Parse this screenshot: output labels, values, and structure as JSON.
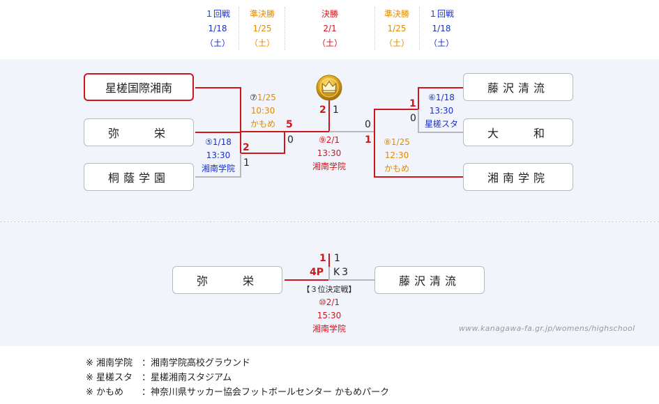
{
  "header": {
    "cols": [
      {
        "round": "１回戦",
        "date": "1/18",
        "day": "（土）",
        "color": "blue"
      },
      {
        "round": "準決勝",
        "date": "1/25",
        "day": "（土）",
        "color": "orange"
      },
      {
        "round": "決勝",
        "date": "2/1",
        "day": "（土）",
        "color": "red"
      },
      {
        "round": "準決勝",
        "date": "1/25",
        "day": "（土）",
        "color": "orange"
      },
      {
        "round": "１回戦",
        "date": "1/18",
        "day": "（土）",
        "color": "blue"
      }
    ]
  },
  "teams": {
    "left": [
      "星槎国際湘南",
      "弥　　栄",
      "桐蔭学園"
    ],
    "right": [
      "藤沢清流",
      "大　　和",
      "湘南学院"
    ],
    "third_left": "弥　　栄",
    "third_right": "藤沢清流"
  },
  "matches": {
    "m5": {
      "num": "⑤1/18",
      "time": "13:30",
      "venue": "湘南学院",
      "win_score": "2",
      "lose_score": "1"
    },
    "m6": {
      "num": "⑥1/18",
      "time": "13:30",
      "venue": "星槎スタ",
      "win_score": "1",
      "lose_score": "0"
    },
    "m7": {
      "num": "⑦1/25",
      "time": "10:30",
      "venue": "かもめ",
      "win_score": "5",
      "lose_score": "0"
    },
    "m8": {
      "num": "⑧1/25",
      "time": "12:30",
      "venue": "かもめ",
      "win_score": "1",
      "lose_score": "0"
    },
    "m9": {
      "num": "⑨2/1",
      "time": "13:30",
      "venue": "湘南学院",
      "win_score": "2",
      "lose_score": "1"
    },
    "m10": {
      "label": "【３位決定戦】",
      "num": "⑩2/1",
      "time": "15:30",
      "venue": "湘南学院",
      "win_score": "1",
      "win_pk": "4P",
      "lose_score": "1",
      "lose_pk": "K3"
    }
  },
  "url": "www.kanagawa-fa.gr.jp/womens/highschool",
  "notes": [
    "※ 湘南学院　：湘南学院高校グラウンド",
    "※ 星槎スタ　：星槎湘南スタジアム",
    "※ かもめ　　：神奈川県サッカー協会フットボールセンター かもめパーク"
  ],
  "colors": {
    "win_line": "#d0161b",
    "lose_line": "#b9b9b9",
    "blue": "#1a2fc9",
    "orange": "#e08a00",
    "band": "#f1f5fb"
  },
  "icons": {
    "trophy": "crown-trophy-icon"
  }
}
